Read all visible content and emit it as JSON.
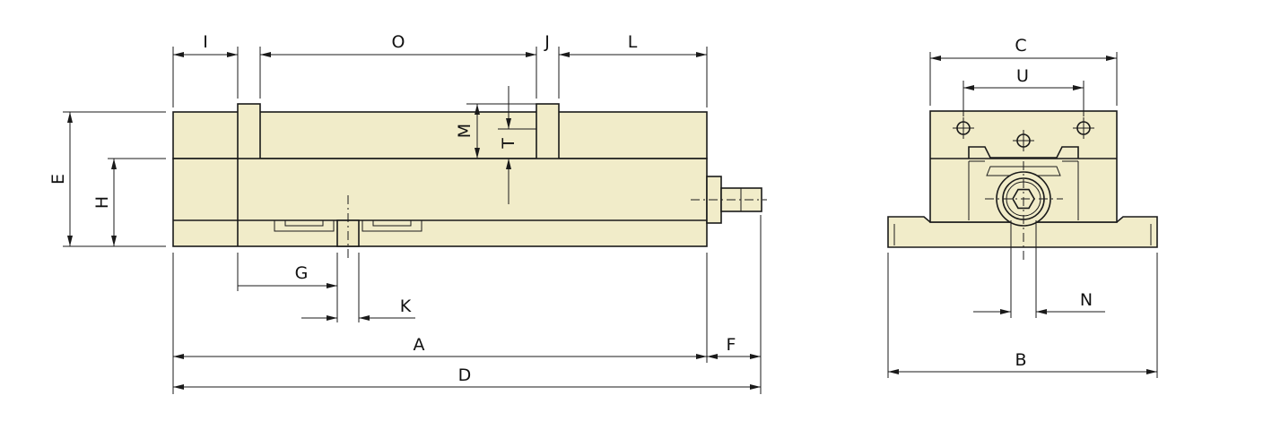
{
  "dimensions": {
    "I": "I",
    "O": "O",
    "J": "J",
    "L": "L",
    "M": "M",
    "T": "T",
    "E": "E",
    "H": "H",
    "G": "G",
    "K": "K",
    "A": "A",
    "F": "F",
    "D": "D",
    "C": "C",
    "U": "U",
    "N": "N",
    "B": "B"
  },
  "colors": {
    "body_fill": "#f1ecc9",
    "line": "#1a1a1a"
  }
}
